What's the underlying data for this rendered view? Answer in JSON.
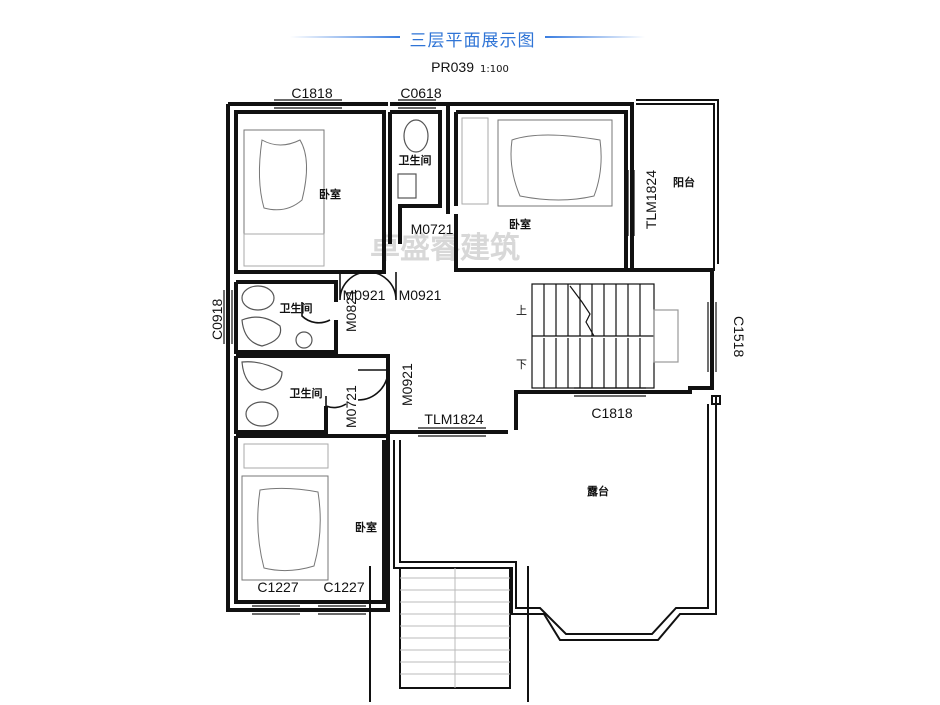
{
  "header": {
    "title": "三层平面展示图",
    "plan_code": "PR039",
    "scale": "1:100"
  },
  "labels": {
    "c1818_top": "C1818",
    "c0618": "C0618",
    "bath_top": "卫生间",
    "bed_top_left": "卧室",
    "bed_top_right": "卧室",
    "balcony": "阳台",
    "tlm1824_right": "TLM1824",
    "m0721_top": "M0721",
    "c0918": "C0918",
    "bath_mid": "卫生间",
    "m0921_a": "M0921",
    "m0921_b": "M0921",
    "m0821": "M0821",
    "stair_up": "上",
    "stair_down": "下",
    "c1518": "C1518",
    "bath_low": "卫生间",
    "m0721_low": "M0721",
    "m0921_vert": "M0921",
    "tlm1824_mid": "TLM1824",
    "c1818_mid": "C1818",
    "terrace": "露台",
    "bed_bottom": "卧室",
    "c1227_a": "C1227",
    "c1227_b": "C1227"
  },
  "watermark": "卓盛睿建筑",
  "colors": {
    "title_blue": "#2f74d6",
    "wall": "#111111"
  }
}
